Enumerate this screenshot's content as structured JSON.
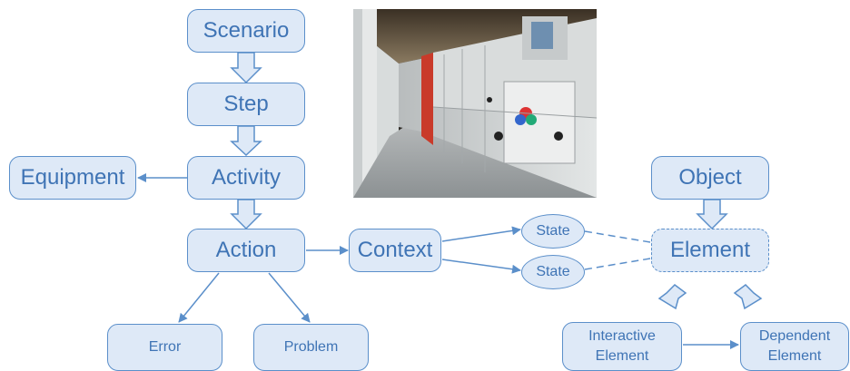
{
  "nodes": {
    "scenario": "Scenario",
    "step": "Step",
    "activity": "Activity",
    "equipment": "Equipment",
    "action": "Action",
    "context": "Context",
    "state_top": "State",
    "state_bottom": "State",
    "object": "Object",
    "element": "Element",
    "error": "Error",
    "problem": "Problem",
    "interactive_element": "Interactive Element",
    "dependent_element": "Dependent Element"
  },
  "image": {
    "subject": "switchgear corridor photo"
  },
  "colors": {
    "fill": "#dee9f7",
    "stroke": "#5b8fca",
    "text": "#3f74b5"
  }
}
